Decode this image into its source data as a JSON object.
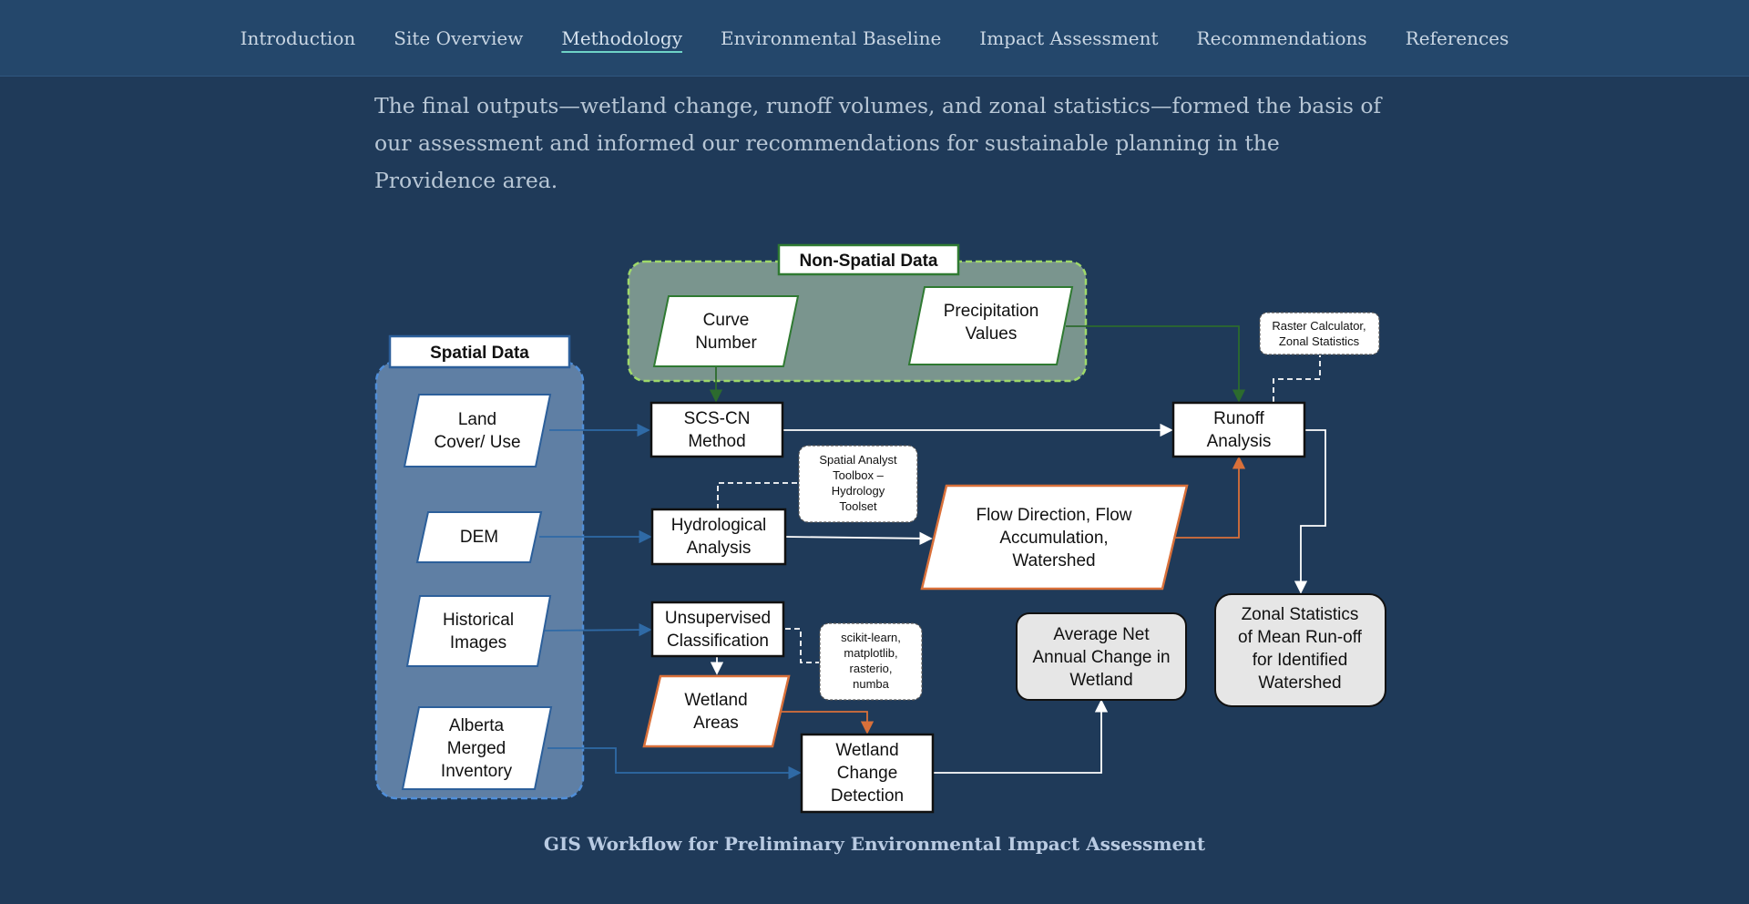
{
  "nav": {
    "items": [
      {
        "label": "Introduction"
      },
      {
        "label": "Site Overview"
      },
      {
        "label": "Methodology"
      },
      {
        "label": "Environmental Baseline"
      },
      {
        "label": "Impact Assessment"
      },
      {
        "label": "Recommendations"
      },
      {
        "label": "References"
      }
    ],
    "active": "Methodology"
  },
  "intro_text": "The final outputs—wetland change, runoff volumes, and zonal statistics—formed the basis of our assessment and informed our recommendations for sustainable planning in the Providence area.",
  "diagram": {
    "non_spatial_title": "Non-Spatial Data",
    "spatial_title": "Spatial Data",
    "curve_number": [
      "Curve",
      "Number"
    ],
    "precipitation": [
      "Precipitation",
      "Values"
    ],
    "land_cover": [
      "Land",
      "Cover/ Use"
    ],
    "dem": [
      "DEM"
    ],
    "historical_images": [
      "Historical",
      "Images"
    ],
    "alberta_inventory": [
      "Alberta",
      "Merged",
      "Inventory"
    ],
    "scs_cn": [
      "SCS-CN",
      "Method"
    ],
    "hydrological": [
      "Hydrological",
      "Analysis"
    ],
    "unsupervised": [
      "Unsupervised",
      "Classification"
    ],
    "wetland_areas": [
      "Wetland",
      "Areas"
    ],
    "wetland_change": [
      "Wetland",
      "Change",
      "Detection"
    ],
    "flow": [
      "Flow Direction, Flow",
      "Accumulation,",
      "Watershed"
    ],
    "runoff": [
      "Runoff",
      "Analysis"
    ],
    "zonal": [
      "Zonal Statistics",
      "of Mean Run-off",
      "for Identified",
      "Watershed"
    ],
    "avg_net": [
      "Average Net",
      "Annual Change in",
      "Wetland"
    ],
    "note_raster": [
      "Raster Calculator,",
      "Zonal Statistics"
    ],
    "note_spatial_analyst": [
      "Spatial Analyst",
      "Toolbox –",
      "Hydrology",
      "Toolset"
    ],
    "note_python": [
      "scikit-learn,",
      "matplotlib,",
      "rasterio,",
      "numba"
    ]
  },
  "caption": "GIS Workflow for Preliminary Environmental Impact Assessment",
  "colors": {
    "background": "#1f3a59",
    "nav_bg": "#24476b",
    "active_underline": "#6fd3c6",
    "non_spatial_fill": "#7a958e",
    "non_spatial_border": "#9ed86a",
    "spatial_fill": "#5f7fa4",
    "spatial_border": "#4f8ed9",
    "orange": "#d9703a",
    "green_line": "#2c6b2e"
  }
}
